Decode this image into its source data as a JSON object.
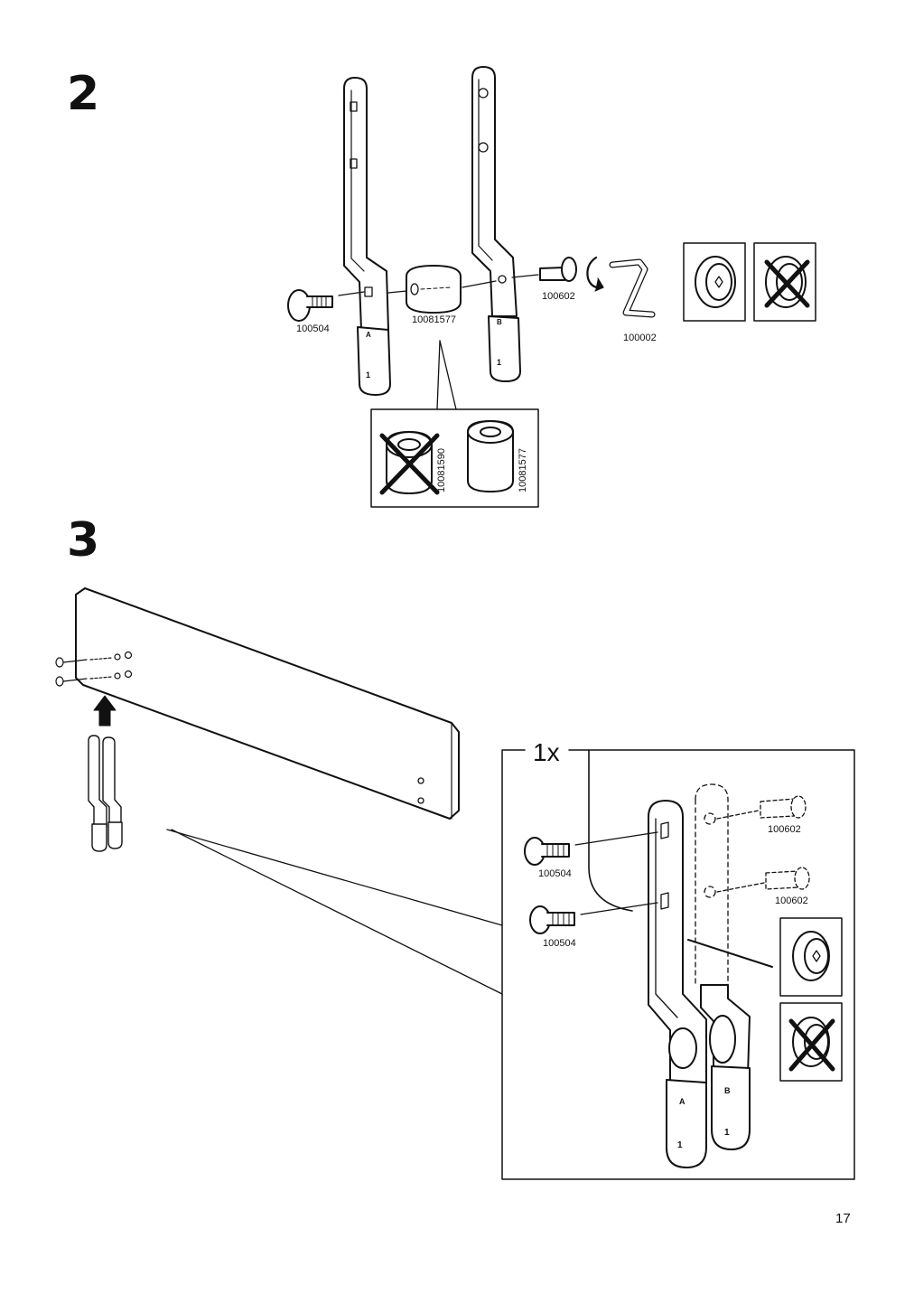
{
  "page": {
    "number": "17"
  },
  "step2": {
    "number": "2",
    "parts": {
      "screw": "100504",
      "spacer": "10081577",
      "bolt": "100602",
      "key": "100002"
    },
    "detail": {
      "wrong_part": "10081590",
      "right_part": "10081577"
    },
    "bracket_letters": {
      "left": "A",
      "right": "B",
      "left_num": "1",
      "right_num": "1"
    }
  },
  "step3": {
    "number": "3",
    "detail": {
      "quantity": "1x",
      "screw_top": "100504",
      "screw_bottom": "100504",
      "bolt_top": "100602",
      "bolt_bottom": "100602"
    },
    "bracket_letters": {
      "left": "A",
      "right": "B",
      "left_num": "1",
      "right_num": "1"
    }
  }
}
